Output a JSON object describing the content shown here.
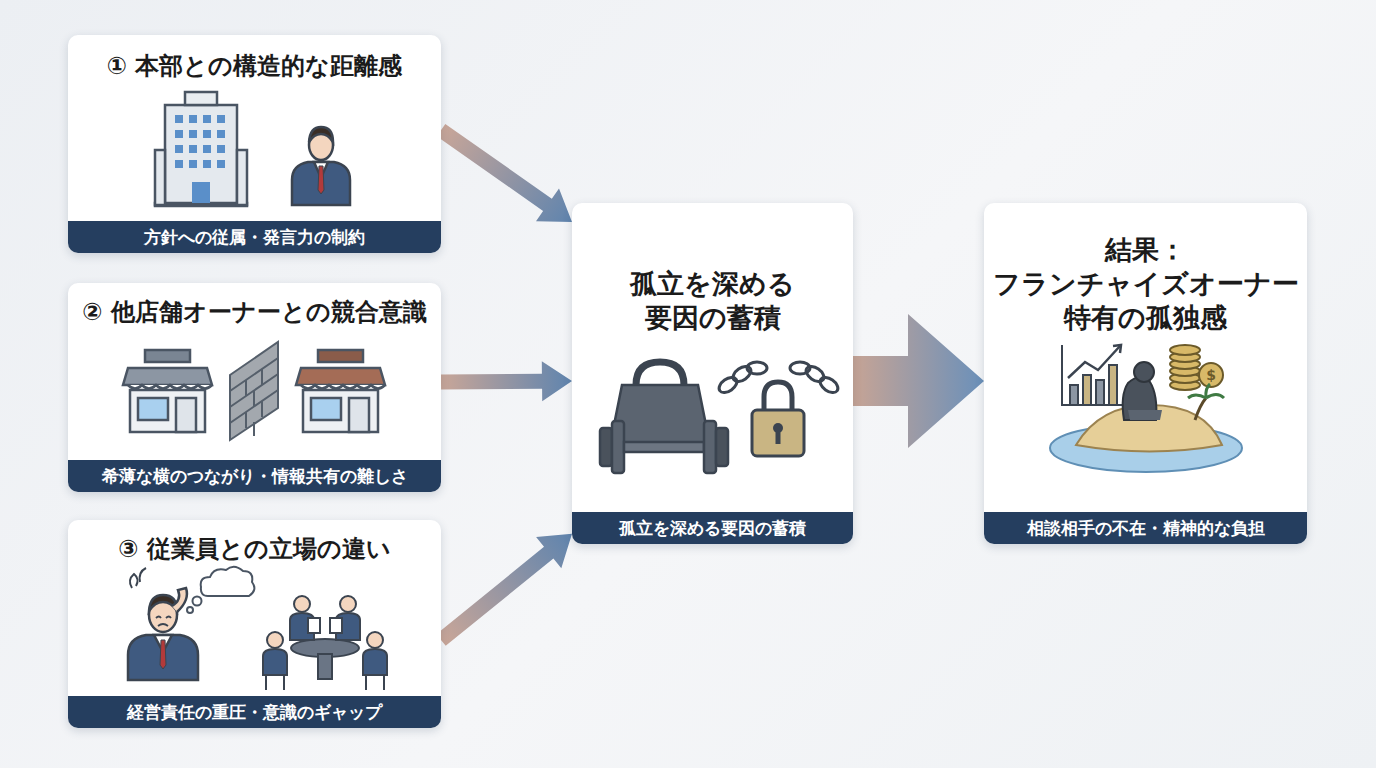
{
  "diagram": {
    "nodes": [
      {
        "text": [
          "① 本部との構造的な距離感",
          "方針への従属・発言力の制約"
        ]
      },
      {
        "text": [
          "② 他店舗オーナーとの競合意識",
          "希薄な横のつながり・情報共有の難しさ"
        ]
      },
      {
        "text": [
          "③ 従業員との立場の違い",
          "経営責任の重圧・意識のギャップ"
        ]
      },
      {
        "text": [
          "孤立を深める 要因の蓄積",
          "孤立を深める要因の蓄積"
        ]
      },
      {
        "text": [
          "結果： フランチャイズオーナー 特有の孤独感",
          "相談相手の不在・精神的な負担"
        ]
      }
    ],
    "edges": [
      {
        "from": 0,
        "to": 3,
        "arrow": "to"
      },
      {
        "from": 1,
        "to": 3,
        "arrow": "to"
      },
      {
        "from": 2,
        "to": 3,
        "arrow": "to"
      },
      {
        "from": 3,
        "to": 4,
        "arrow": "to"
      }
    ]
  }
}
